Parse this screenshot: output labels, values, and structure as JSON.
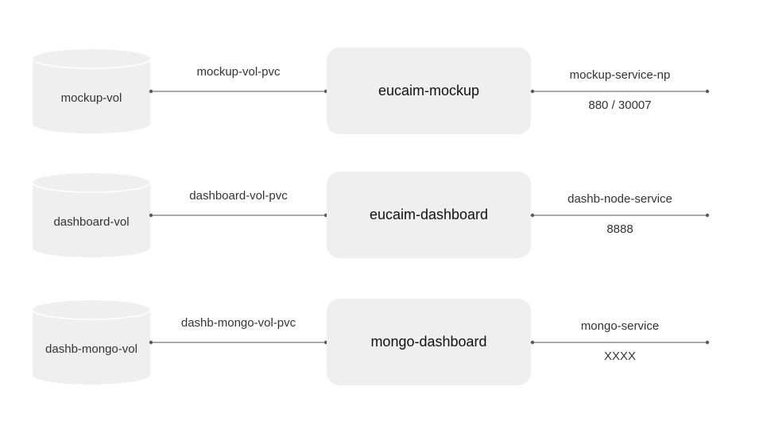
{
  "colors": {
    "shape_fill": "#efefef",
    "line": "#595959",
    "text": "#333333",
    "title_text": "#111111"
  },
  "rows": [
    {
      "volume": "mockup-vol",
      "pvc": "mockup-vol-pvc",
      "deployment": "eucaim-mockup",
      "service": "mockup-service-np",
      "port": "880 / 30007"
    },
    {
      "volume": "dashboard-vol",
      "pvc": "dashboard-vol-pvc",
      "deployment": "eucaim-dashboard",
      "service": "dashb-node-service",
      "port": "8888"
    },
    {
      "volume": "dashb-mongo-vol",
      "pvc": "dashb-mongo-vol-pvc",
      "deployment": "mongo-dashboard",
      "service": "mongo-service",
      "port": "XXXX"
    }
  ]
}
